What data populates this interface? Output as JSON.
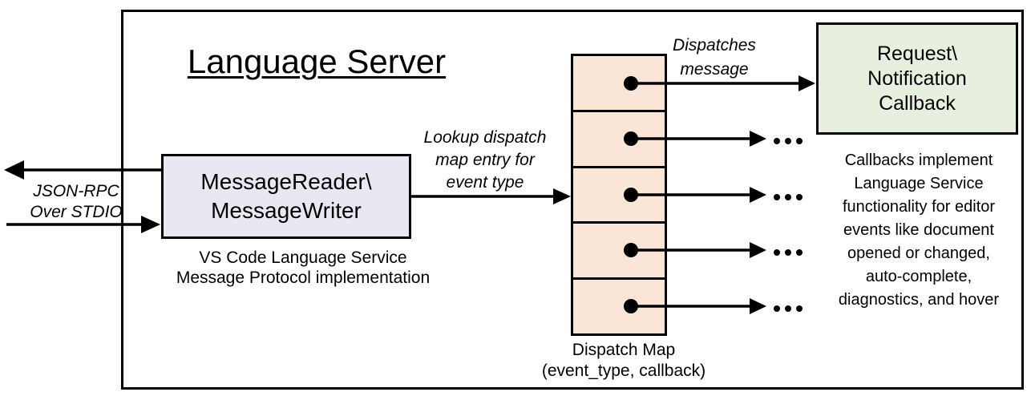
{
  "title": "Language Server",
  "io_label": {
    "line1": "JSON-RPC",
    "line2": "Over STDIO"
  },
  "message_box": {
    "line1": "MessageReader\\",
    "line2": "MessageWriter",
    "caption_line1": "VS Code Language Service",
    "caption_line2": "Message Protocol implementation"
  },
  "lookup_label": {
    "line1": "Lookup dispatch",
    "line2": "map entry for",
    "line3": "event type"
  },
  "dispatches_label": {
    "line1": "Dispatches",
    "line2": "message"
  },
  "dispatch_map": {
    "cell_count": 5,
    "caption_line1": "Dispatch Map",
    "caption_line2": "(event_type, callback)"
  },
  "callback_box": {
    "line1": "Request\\",
    "line2": "Notification",
    "line3": "Callback"
  },
  "callbacks_note": {
    "lines": [
      "Callbacks implement",
      "Language Service",
      "functionality for editor",
      "events like document",
      "opened or changed,",
      "auto-complete,",
      "diagnostics, and hover"
    ]
  },
  "colors": {
    "message_box_fill": "#e9e8f2",
    "dispatch_map_fill": "#fbe5d6",
    "callback_box_fill": "#e7f0de",
    "line": "#000000",
    "background": "#ffffff"
  }
}
